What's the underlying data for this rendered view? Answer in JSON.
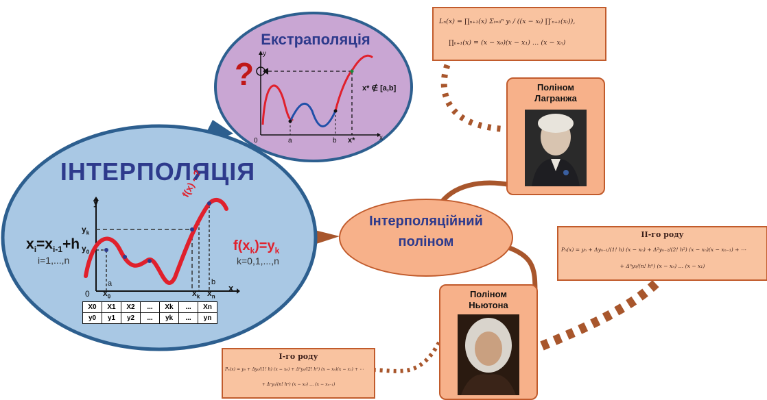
{
  "interpolation": {
    "title": "ІНТЕРПОЛЯЦІЯ",
    "left_formula": "x",
    "left_formula_sub": "i",
    "left_eq": "=x",
    "left_eq_sub": "i-1",
    "left_eq_tail": "+h",
    "left_range": "i=1,...,n",
    "right_f": "f(x",
    "right_f_sub": "k",
    "right_f_tail": ")=y",
    "right_f_tail_sub": "k",
    "right_range": "k=0,1,...,n",
    "curve_label": "f(x) - ?",
    "axis_y": "y",
    "axis_x": "x",
    "yk": "y",
    "yk_sub": "k",
    "y0": "y",
    "y0_sub": "0",
    "zero": "0",
    "a": "a",
    "b": "b",
    "x0": "x",
    "x0_sub": "0",
    "xk": "x",
    "xk_sub": "k",
    "xn": "x",
    "xn_sub": "n",
    "table_row1": [
      "X0",
      "X1",
      "X2",
      "...",
      "Xk",
      "...",
      "Xn"
    ],
    "table_row2": [
      "y0",
      "y1",
      "y2",
      "...",
      "yk",
      "...",
      "yn"
    ]
  },
  "extrapolation": {
    "title": "Екстраполяція",
    "question": "?",
    "xstar": "x* ∉ [a,b]",
    "axis_y": "y",
    "axis_x": "x",
    "zero": "0",
    "a": "a",
    "b": "b",
    "xstar_tick": "x*"
  },
  "center_node": {
    "line1": "Інтерполяційний",
    "line2": "поліном"
  },
  "lagrange": {
    "title_line1": "Поліном",
    "title_line2": "Лагранжа",
    "formula1": "Lₙ(x) = ∏ₙ₊₁(x) Σᵢ₌₀ⁿ yᵢ / ((x − xᵢ) ∏′ₙ₊₁(xᵢ)),",
    "formula2": "∏ₙ₊₁(x) = (x − x₀)(x − x₁) … (x − xₙ)"
  },
  "newton": {
    "title_line1": "Поліном",
    "title_line2": "Ньютона",
    "first_kind_title": "I-го роду",
    "first_kind_formula1": "Pₙ(x) = y₀ + Δy₀/(1! h) (x − x₀) + Δ²y₀/(2! h²) (x − x₀)(x − x₁) + ⋯",
    "first_kind_formula2": "+ Δⁿy₀/(n! hⁿ) (x − x₀) … (x − xₙ₋₁)",
    "second_kind_title": "II-го роду",
    "second_kind_formula1": "Pₙ(x) = yₙ + Δyₙ₋₁/(1! h) (x − xₙ) + Δ²yₙ₋₂/(2! h²) (x − xₙ)(x − xₙ₋₁) + ⋯",
    "second_kind_formula2": "+ Δⁿy₀/(n! hⁿ) (x − xₙ) … (x − x₁)"
  },
  "colors": {
    "blue_ellipse": "#a9c8e4",
    "blue_border": "#2d5f8f",
    "purple_ellipse": "#c9a6d3",
    "title_blue": "#2e3a8c",
    "red": "#e0202c",
    "connector": "#a8562c",
    "salmon": "#f7b18a"
  }
}
